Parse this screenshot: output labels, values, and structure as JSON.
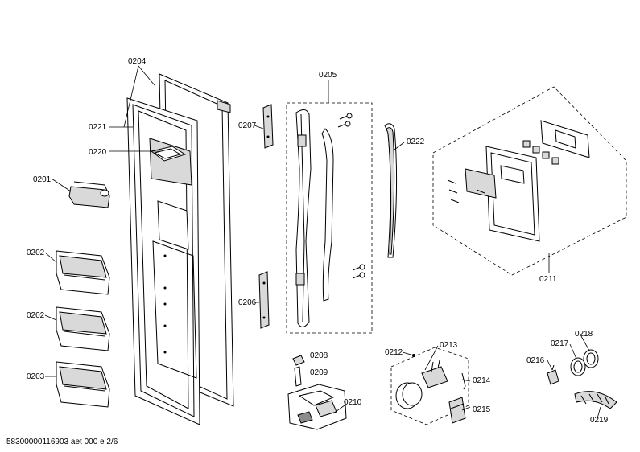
{
  "labels": {
    "p0204": "0204",
    "p0221": "0221",
    "p0220": "0220",
    "p0201": "0201",
    "p0202a": "0202",
    "p0202b": "0202",
    "p0203": "0203",
    "p0207": "0207",
    "p0206": "0206",
    "p0205": "0205",
    "p0222": "0222",
    "p0211": "0211",
    "p0208": "0208",
    "p0209": "0209",
    "p0210": "0210",
    "p0212": "0212",
    "p0213": "0213",
    "p0214": "0214",
    "p0215": "0215",
    "p0216": "0216",
    "p0217": "0217",
    "p0218": "0218",
    "p0219": "0219"
  },
  "footer": "58300000116903 aet 000 e 2/6"
}
